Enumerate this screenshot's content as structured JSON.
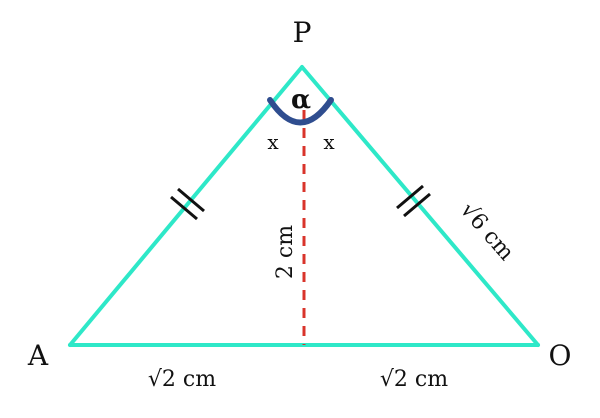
{
  "diagram": {
    "vertices": {
      "top": "P",
      "left": "A",
      "right": "O"
    },
    "apex_angle": "α",
    "half_angle_left": "x",
    "half_angle_right": "x",
    "height_label": "2 cm",
    "right_side_label": "√6 cm",
    "base_left_label": "√2 cm",
    "base_right_label": "√2 cm",
    "colors": {
      "triangle": "#2ee8c8",
      "altitude": "#d9342b",
      "angle_arc": "#2f4d8f",
      "text": "#111111"
    }
  }
}
